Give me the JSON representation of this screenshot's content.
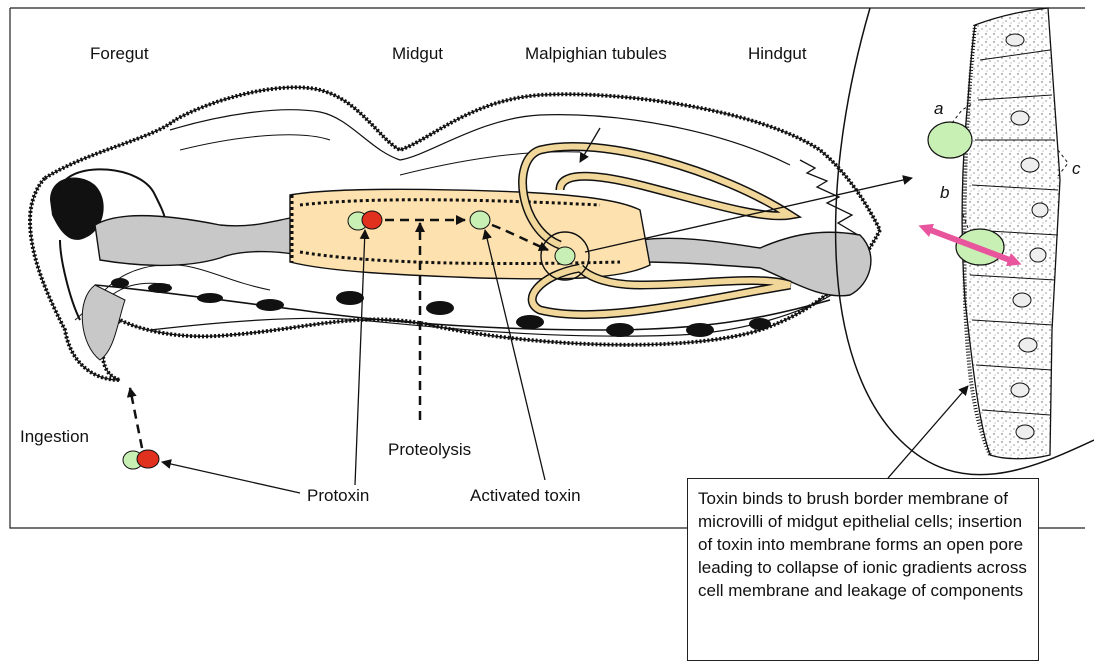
{
  "labels": {
    "foregut": "Foregut",
    "midgut": "Midgut",
    "malpighian": "Malpighian tubules",
    "hindgut": "Hindgut",
    "ingestion": "Ingestion",
    "proteolysis": "Proteolysis",
    "protoxin": "Protoxin",
    "activated_toxin": "Activated toxin"
  },
  "inset_labels": {
    "a": "a",
    "b": "b",
    "c": "c"
  },
  "callout": {
    "text": "Toxin binds to brush border membrane of microvilli of midgut epithelial cells; insertion of toxin into membrane forms an open pore leading to collapse of ionic gradients across cell membrane and leakage of components"
  },
  "colors": {
    "gut_lumen": "#fde2b0",
    "gut_gray": "#c8c8c8",
    "toxin_green": "#c9f0b4",
    "protoxin_red": "#e0301e",
    "arrow_pink": "#e8559d",
    "outline": "#111111"
  }
}
